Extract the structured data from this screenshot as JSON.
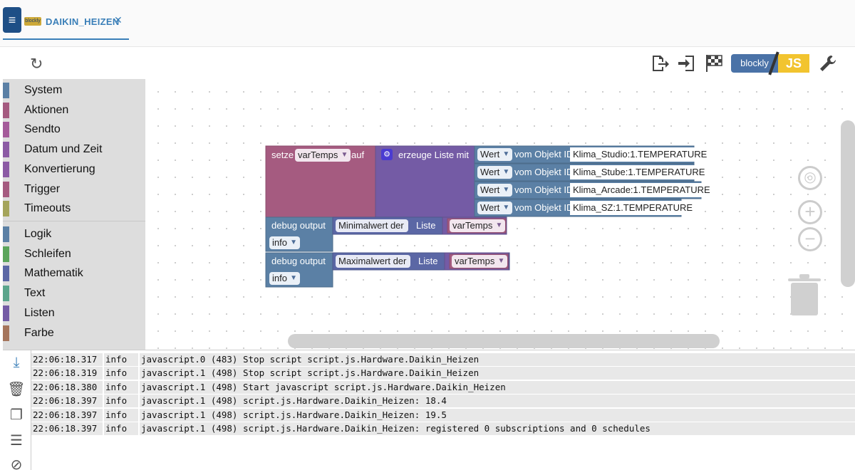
{
  "tab": {
    "label": "DAIKIN_HEIZEN",
    "logo_text": "blockly"
  },
  "toolbar": {
    "tools": [
      {
        "name": "export-icon"
      },
      {
        "name": "import-icon"
      },
      {
        "name": "checkered-flag-icon"
      }
    ],
    "blockly_label": "blockly",
    "js_label": "JS"
  },
  "toolbox": {
    "group1": [
      {
        "label": "System",
        "color": "#5b80a5"
      },
      {
        "label": "Aktionen",
        "color": "#a55b80"
      },
      {
        "label": "Sendto",
        "color": "#a55b9a"
      },
      {
        "label": "Datum und Zeit",
        "color": "#8c5ba5"
      },
      {
        "label": "Konvertierung",
        "color": "#8c5ba5"
      },
      {
        "label": "Trigger",
        "color": "#a55b80"
      },
      {
        "label": "Timeouts",
        "color": "#a5a55b"
      }
    ],
    "group2": [
      {
        "label": "Logik",
        "color": "#5b80a5"
      },
      {
        "label": "Schleifen",
        "color": "#5ba55b"
      },
      {
        "label": "Mathematik",
        "color": "#5b67a5"
      },
      {
        "label": "Text",
        "color": "#5ba58c"
      },
      {
        "label": "Listen",
        "color": "#745ba5"
      },
      {
        "label": "Farbe",
        "color": "#a5745b"
      }
    ]
  },
  "blocks": {
    "set": {
      "label": "setze",
      "var": "varTemps",
      "to": "auf"
    },
    "create_list": {
      "label": "erzeuge Liste mit"
    },
    "items": [
      {
        "wert": "Wert",
        "vom": "vom Objekt ID",
        "id": "Klima_Studio:1.TEMPERATURE"
      },
      {
        "wert": "Wert",
        "vom": "vom Objekt ID",
        "id": "Klima_Stube:1.TEMPERATURE"
      },
      {
        "wert": "Wert",
        "vom": "vom Objekt ID",
        "id": "Klima_Arcade:1.TEMPERATURE"
      },
      {
        "wert": "Wert",
        "vom": "vom Objekt ID",
        "id": "Klima_SZ:1.TEMPERATURE"
      }
    ],
    "debug1": {
      "label": "debug output",
      "op": "Minimalwert der",
      "list": "Liste",
      "var": "varTemps",
      "level": "info"
    },
    "debug2": {
      "label": "debug output",
      "op": "Maximalwert der",
      "list": "Liste",
      "var": "varTemps",
      "level": "info"
    }
  },
  "log": [
    {
      "time": "22:06:18.317",
      "level": "info",
      "msg": "javascript.0 (483) Stop script script.js.Hardware.Daikin_Heizen"
    },
    {
      "time": "22:06:18.319",
      "level": "info",
      "msg": "javascript.1 (498) Stop script script.js.Hardware.Daikin_Heizen"
    },
    {
      "time": "22:06:18.380",
      "level": "info",
      "msg": "javascript.1 (498) Start javascript script.js.Hardware.Daikin_Heizen"
    },
    {
      "time": "22:06:18.397",
      "level": "info",
      "msg": "javascript.1 (498) script.js.Hardware.Daikin_Heizen: 18.4"
    },
    {
      "time": "22:06:18.397",
      "level": "info",
      "msg": "javascript.1 (498) script.js.Hardware.Daikin_Heizen: 19.5"
    },
    {
      "time": "22:06:18.397",
      "level": "info",
      "msg": "javascript.1 (498) script.js.Hardware.Daikin_Heizen: registered 0 subscriptions and 0 schedules"
    }
  ]
}
